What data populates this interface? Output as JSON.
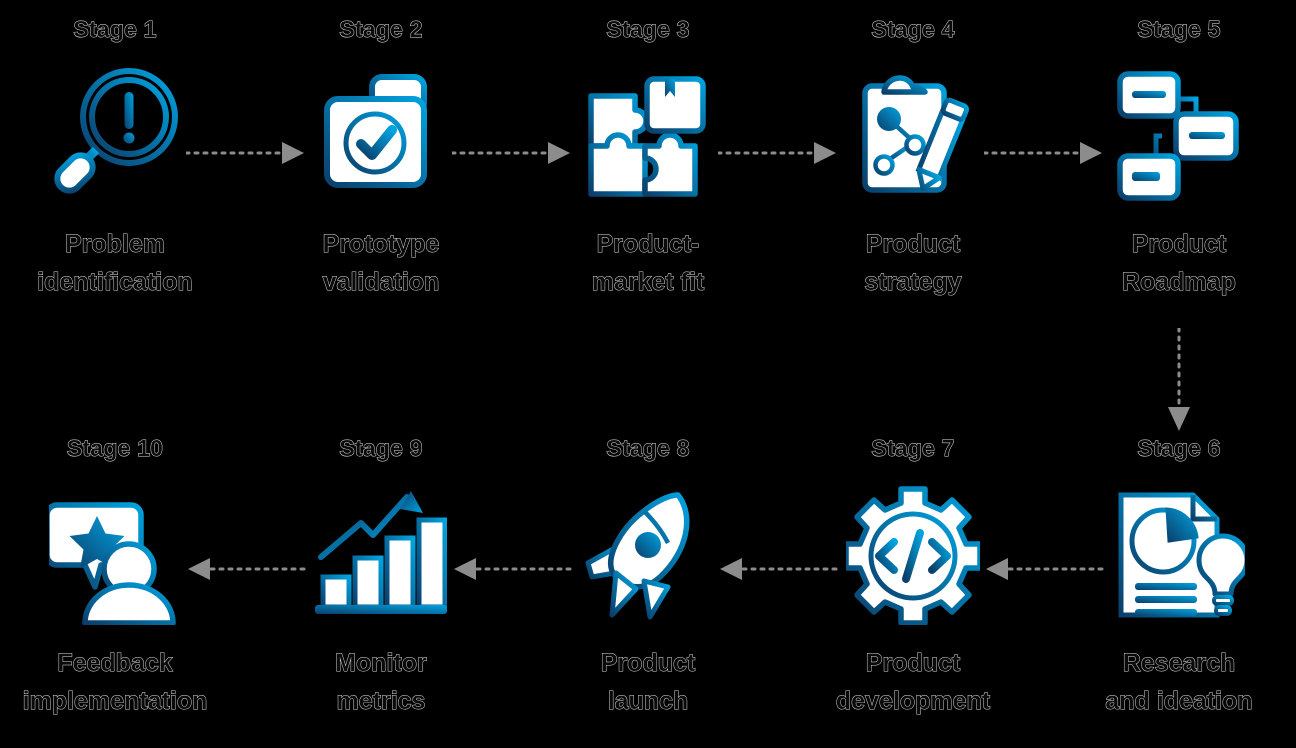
{
  "diagram": {
    "title": "Product development lifecycle stages",
    "background_color": "#000000",
    "icon_gradient": {
      "from": "#0b3f6b",
      "to": "#00a3e0"
    },
    "arrow_color": "#8c8c8c",
    "label_color": "#0a0a0a"
  },
  "stages": [
    {
      "number": "Stage 1",
      "name": "Problem\nidentification",
      "icon": "magnifier-exclamation-icon",
      "row": "top",
      "column": 0
    },
    {
      "number": "Stage 2",
      "name": "Prototype\nvalidation",
      "icon": "folder-check-icon",
      "row": "top",
      "column": 1
    },
    {
      "number": "Stage 3",
      "name": "Product-\nmarket fit",
      "icon": "puzzle-box-icon",
      "row": "top",
      "column": 2
    },
    {
      "number": "Stage 4",
      "name": "Product\nstrategy",
      "icon": "clipboard-pencil-icon",
      "row": "top",
      "column": 3
    },
    {
      "number": "Stage 5",
      "name": "Product\nRoadmap",
      "icon": "roadmap-boxes-icon",
      "row": "top",
      "column": 4
    },
    {
      "number": "Stage 6",
      "name": "Research\nand ideation",
      "icon": "document-piechart-bulb-icon",
      "row": "bottom",
      "column": 4
    },
    {
      "number": "Stage 7",
      "name": "Product\ndevelopment",
      "icon": "gear-code-icon",
      "row": "bottom",
      "column": 3
    },
    {
      "number": "Stage 8",
      "name": "Product\nlaunch",
      "icon": "rocket-icon",
      "row": "bottom",
      "column": 2
    },
    {
      "number": "Stage 9",
      "name": "Monitor\nmetrics",
      "icon": "bar-chart-growth-icon",
      "row": "bottom",
      "column": 1
    },
    {
      "number": "Stage 10",
      "name": "Feedback\nimplementation",
      "icon": "person-star-feedback-icon",
      "row": "bottom",
      "column": 0
    }
  ],
  "connectors": [
    {
      "name": "arrow-stage1-to-stage2",
      "direction": "right"
    },
    {
      "name": "arrow-stage2-to-stage3",
      "direction": "right"
    },
    {
      "name": "arrow-stage3-to-stage4",
      "direction": "right"
    },
    {
      "name": "arrow-stage4-to-stage5",
      "direction": "right"
    },
    {
      "name": "arrow-stage5-to-stage6",
      "direction": "down"
    },
    {
      "name": "arrow-stage6-to-stage7",
      "direction": "left"
    },
    {
      "name": "arrow-stage7-to-stage8",
      "direction": "left"
    },
    {
      "name": "arrow-stage8-to-stage9",
      "direction": "left"
    },
    {
      "name": "arrow-stage9-to-stage10",
      "direction": "left"
    }
  ]
}
